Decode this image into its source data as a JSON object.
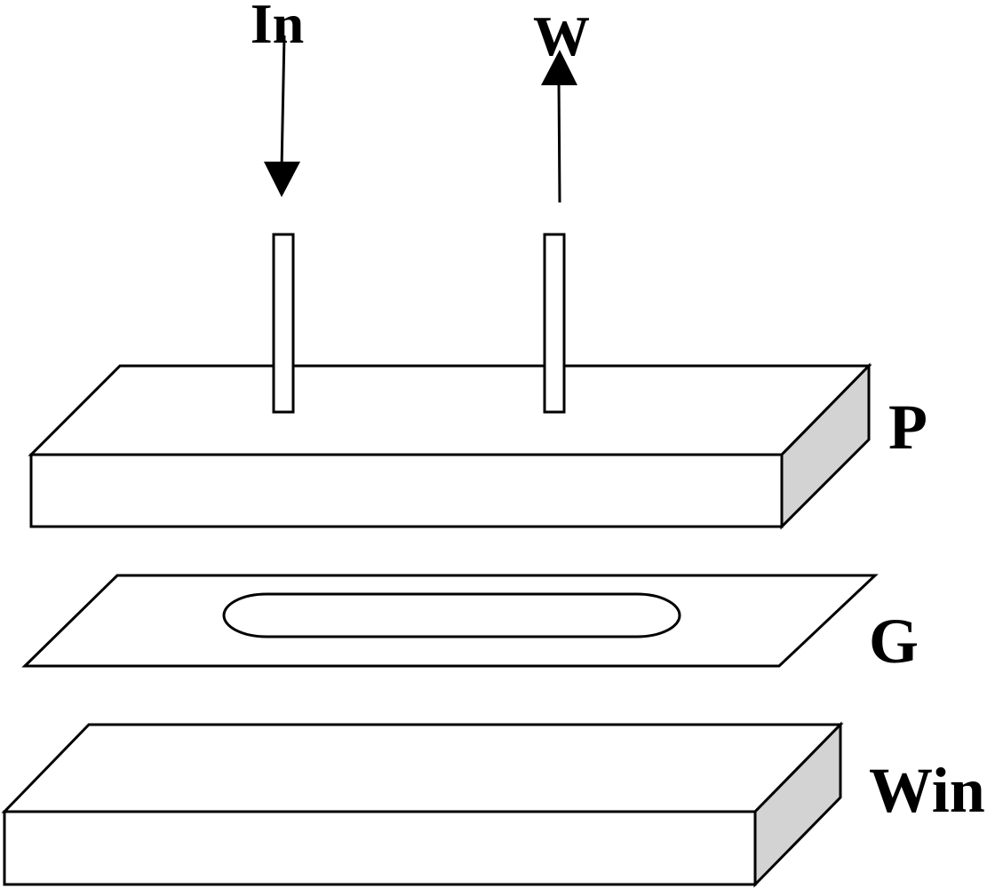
{
  "labels": {
    "inlet": "In",
    "waste": "W",
    "plate": "P",
    "gasket": "G",
    "window": "Win"
  },
  "colors": {
    "stroke": "#000000",
    "face": "#ffffff",
    "side_face": "#d3d3d3"
  }
}
